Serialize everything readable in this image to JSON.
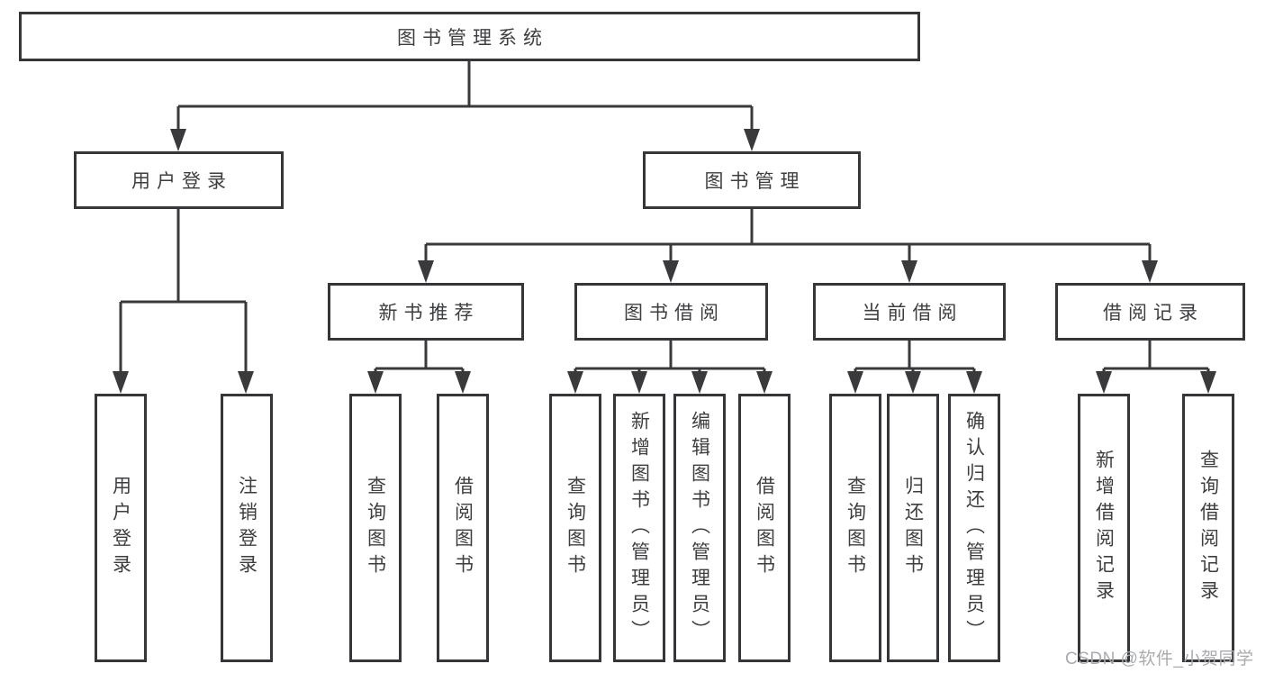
{
  "diagram": {
    "title": "图书管理系统",
    "root": {
      "label": "图书管理系统"
    },
    "level2": [
      {
        "label": "用户登录"
      },
      {
        "label": "图书管理"
      }
    ],
    "level3": [
      {
        "label": "新书推荐",
        "parent": "图书管理"
      },
      {
        "label": "图书借阅",
        "parent": "图书管理"
      },
      {
        "label": "当前借阅",
        "parent": "图书管理"
      },
      {
        "label": "借阅记录",
        "parent": "图书管理"
      }
    ],
    "leaves": [
      {
        "label": "用户登录",
        "parent": "用户登录"
      },
      {
        "label": "注销登录",
        "parent": "用户登录"
      },
      {
        "label": "查询图书",
        "parent": "新书推荐"
      },
      {
        "label": "借阅图书",
        "parent": "新书推荐"
      },
      {
        "label": "查询图书",
        "parent": "图书借阅"
      },
      {
        "label": "新增图书（管理员）",
        "parent": "图书借阅"
      },
      {
        "label": "编辑图书（管理员）",
        "parent": "图书借阅"
      },
      {
        "label": "借阅图书",
        "parent": "图书借阅"
      },
      {
        "label": "查询图书",
        "parent": "当前借阅"
      },
      {
        "label": "归还图书",
        "parent": "当前借阅"
      },
      {
        "label": "确认归还（管理员）",
        "parent": "当前借阅"
      },
      {
        "label": "新增借阅记录",
        "parent": "借阅记录"
      },
      {
        "label": "查询借阅记录",
        "parent": "借阅记录"
      }
    ]
  },
  "colors": {
    "line": "#35363a",
    "text": "#3d3e40",
    "background": "#ffffff",
    "watermark": "#a9abad"
  },
  "watermark": {
    "text": "CSDN @软件_小贺同学"
  }
}
